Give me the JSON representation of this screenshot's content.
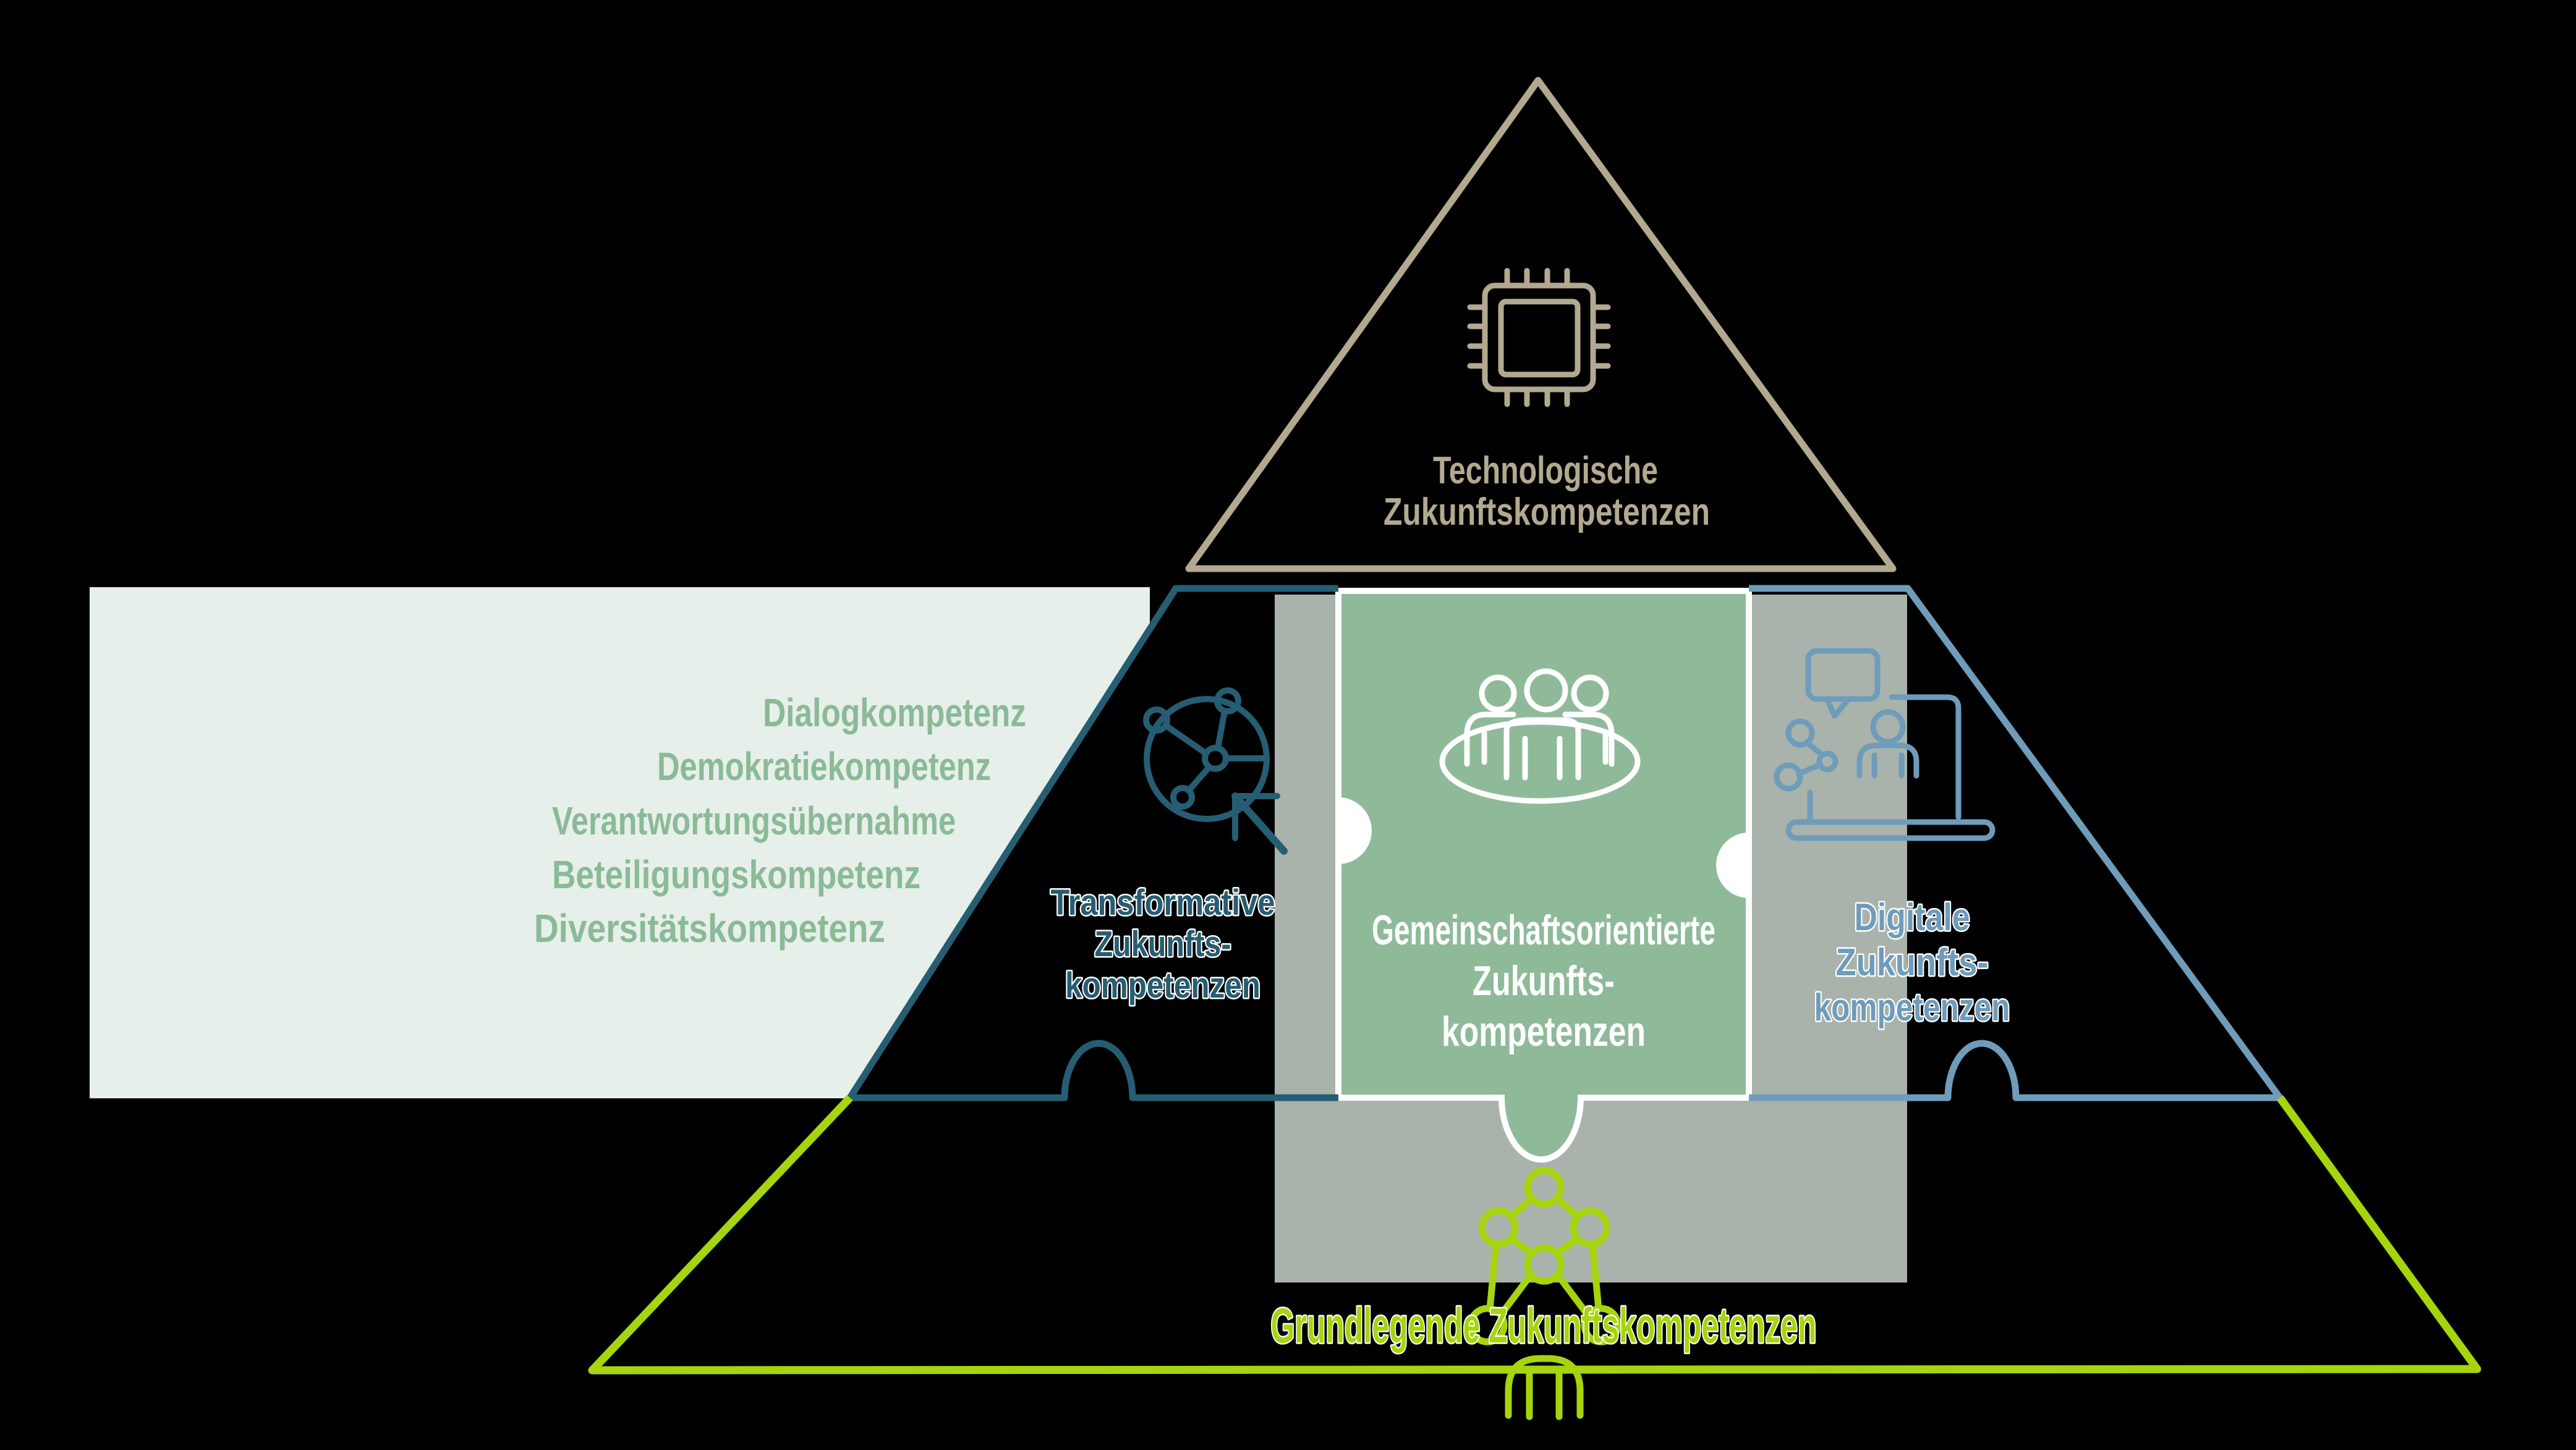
{
  "colors": {
    "background": "#000000",
    "beige": "#b2a990",
    "teal": "#265d73",
    "blue": "#6f9cba",
    "green_fill": "#8eba9a",
    "gray_band": "#a9b3ab",
    "pale_box": "#e6efe9",
    "list_green": "#8aba96",
    "lime": "#a6d50e",
    "white": "#ffffff"
  },
  "pyramid": {
    "top_level": {
      "icon": "chip-icon",
      "lines": [
        "Technologische",
        "Zukunftskompetenzen"
      ]
    },
    "middle_level": {
      "left_piece": {
        "icon": "globe-network-icon",
        "lines": [
          "Transformative",
          "Zukunfts-",
          "kompetenzen"
        ]
      },
      "center_piece": {
        "icon": "people-group-icon",
        "lines": [
          "Gemeinschaftsorientierte",
          "Zukunfts-",
          "kompetenzen"
        ]
      },
      "right_piece": {
        "icon": "laptop-person-icon",
        "lines": [
          "Digitale",
          "Zukunfts-",
          "kompetenzen"
        ]
      }
    },
    "bottom_level": {
      "icon": "network-person-icon",
      "label": "Grundlegende Zukunftskompetenzen"
    }
  },
  "competency_list": {
    "items": [
      "Dialogkompetenz",
      "Demokratiekompetenz",
      "Verantwortungsübernahme",
      "Beteiligungskompetenz",
      "Diversitätskompetenz"
    ]
  }
}
